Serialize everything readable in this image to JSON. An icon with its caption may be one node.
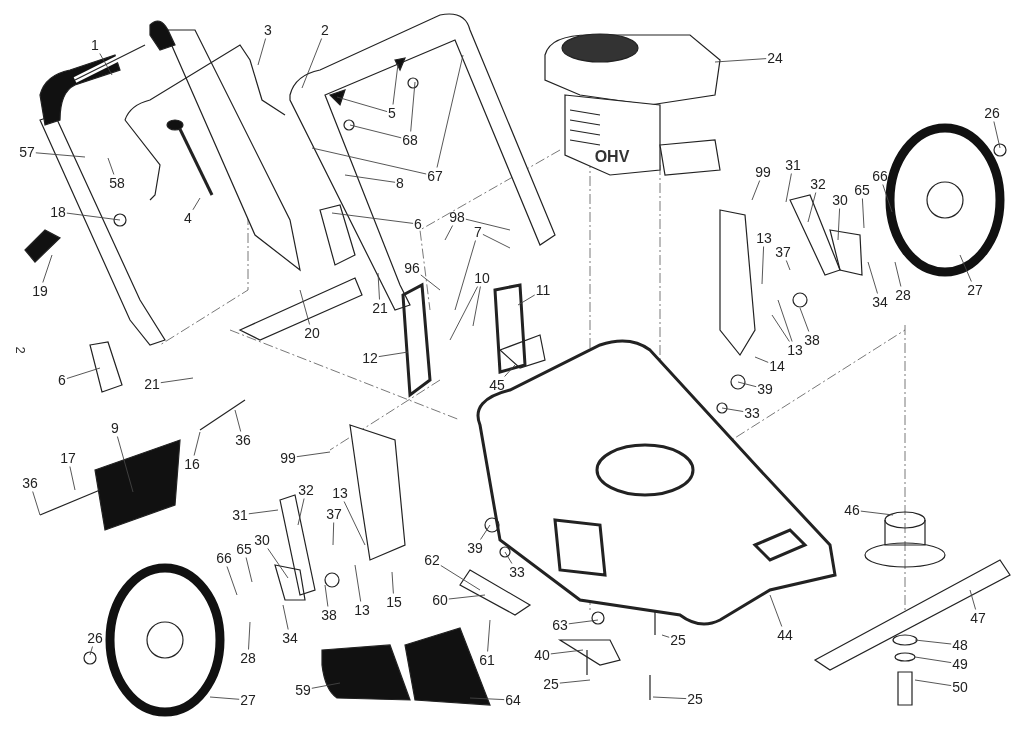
{
  "diagram": {
    "nodes": [
      {
        "text": [
          "1"
        ]
      },
      {
        "text": [
          "3"
        ]
      },
      {
        "text": [
          "2"
        ]
      },
      {
        "text": [
          "24"
        ]
      },
      {
        "text": [
          "5"
        ]
      },
      {
        "text": [
          "68"
        ]
      },
      {
        "text": [
          "57"
        ]
      },
      {
        "text": [
          "67"
        ]
      },
      {
        "text": [
          "99"
        ]
      },
      {
        "text": [
          "31"
        ]
      },
      {
        "text": [
          "66"
        ]
      },
      {
        "text": [
          "58"
        ]
      },
      {
        "text": [
          "8"
        ]
      },
      {
        "text": [
          "32"
        ]
      },
      {
        "text": [
          "65"
        ]
      },
      {
        "text": [
          "30"
        ]
      },
      {
        "text": [
          "18"
        ]
      },
      {
        "text": [
          "4"
        ]
      },
      {
        "text": [
          "98"
        ]
      },
      {
        "text": [
          "6"
        ]
      },
      {
        "text": [
          "7"
        ]
      },
      {
        "text": [
          "13"
        ]
      },
      {
        "text": [
          "37"
        ]
      },
      {
        "text": [
          "96"
        ]
      },
      {
        "text": [
          "10"
        ]
      },
      {
        "text": [
          "11"
        ]
      },
      {
        "text": [
          "27"
        ]
      },
      {
        "text": [
          "19"
        ]
      },
      {
        "text": [
          "34"
        ]
      },
      {
        "text": [
          "28"
        ]
      },
      {
        "text": [
          "21"
        ]
      },
      {
        "text": [
          "20"
        ]
      },
      {
        "text": [
          "38"
        ]
      },
      {
        "text": [
          "13"
        ]
      },
      {
        "text": [
          "12"
        ]
      },
      {
        "text": [
          "14"
        ]
      },
      {
        "text": [
          "6"
        ]
      },
      {
        "text": [
          "21"
        ]
      },
      {
        "text": [
          "45"
        ]
      },
      {
        "text": [
          "39"
        ]
      },
      {
        "text": [
          "33"
        ]
      },
      {
        "text": [
          "9"
        ]
      },
      {
        "text": [
          "36"
        ]
      },
      {
        "text": [
          "99"
        ]
      },
      {
        "text": [
          "16"
        ]
      },
      {
        "text": [
          "17"
        ]
      },
      {
        "text": [
          "36"
        ]
      },
      {
        "text": [
          "32"
        ]
      },
      {
        "text": [
          "13"
        ]
      },
      {
        "text": [
          "31"
        ]
      },
      {
        "text": [
          "46"
        ]
      },
      {
        "text": [
          "37"
        ]
      },
      {
        "text": [
          "30"
        ]
      },
      {
        "text": [
          "39"
        ]
      },
      {
        "text": [
          "65"
        ]
      },
      {
        "text": [
          "66"
        ]
      },
      {
        "text": [
          "62"
        ]
      },
      {
        "text": [
          "33"
        ]
      },
      {
        "text": [
          "60"
        ]
      },
      {
        "text": [
          "15"
        ]
      },
      {
        "text": [
          "13"
        ]
      },
      {
        "text": [
          "38"
        ]
      },
      {
        "text": [
          "47"
        ]
      },
      {
        "text": [
          "63"
        ]
      },
      {
        "text": [
          "44"
        ]
      },
      {
        "text": [
          "26"
        ]
      },
      {
        "text": [
          "34"
        ]
      },
      {
        "text": [
          "25"
        ]
      },
      {
        "text": [
          "48"
        ]
      },
      {
        "text": [
          "40"
        ]
      },
      {
        "text": [
          "28"
        ]
      },
      {
        "text": [
          "61"
        ]
      },
      {
        "text": [
          "49"
        ]
      },
      {
        "text": [
          "25"
        ]
      },
      {
        "text": [
          "50"
        ]
      },
      {
        "text": [
          "59"
        ]
      },
      {
        "text": [
          "27"
        ]
      },
      {
        "text": [
          "64"
        ]
      },
      {
        "text": [
          "25"
        ]
      },
      {
        "text": [
          "26"
        ]
      }
    ],
    "edges": [
      {
        "from": 0,
        "to": null,
        "arrow": "none"
      },
      {
        "from": 1,
        "to": null,
        "arrow": "none"
      },
      {
        "from": 2,
        "to": null,
        "arrow": "none"
      },
      {
        "from": 3,
        "to": null,
        "arrow": "none"
      },
      {
        "from": 4,
        "to": null,
        "arrow": "none"
      },
      {
        "from": 4,
        "to": null,
        "arrow": "none"
      },
      {
        "from": 5,
        "to": null,
        "arrow": "none"
      },
      {
        "from": 5,
        "to": null,
        "arrow": "none"
      },
      {
        "from": 6,
        "to": null,
        "arrow": "none"
      },
      {
        "from": 7,
        "to": null,
        "arrow": "none"
      },
      {
        "from": 7,
        "to": null,
        "arrow": "none"
      },
      {
        "from": 8,
        "to": null,
        "arrow": "none"
      },
      {
        "from": 9,
        "to": null,
        "arrow": "none"
      },
      {
        "from": 10,
        "to": null,
        "arrow": "none"
      },
      {
        "from": 11,
        "to": null,
        "arrow": "none"
      },
      {
        "from": 12,
        "to": null,
        "arrow": "none"
      },
      {
        "from": 13,
        "to": null,
        "arrow": "none"
      },
      {
        "from": 14,
        "to": null,
        "arrow": "none"
      },
      {
        "from": 15,
        "to": null,
        "arrow": "none"
      },
      {
        "from": 16,
        "to": null,
        "arrow": "none"
      },
      {
        "from": 17,
        "to": null,
        "arrow": "none"
      },
      {
        "from": 18,
        "to": null,
        "arrow": "none"
      },
      {
        "from": 18,
        "to": null,
        "arrow": "none"
      },
      {
        "from": 19,
        "to": null,
        "arrow": "none"
      },
      {
        "from": 20,
        "to": null,
        "arrow": "none"
      },
      {
        "from": 20,
        "to": null,
        "arrow": "none"
      },
      {
        "from": 21,
        "to": null,
        "arrow": "none"
      },
      {
        "from": 22,
        "to": null,
        "arrow": "none"
      },
      {
        "from": 23,
        "to": null,
        "arrow": "none"
      },
      {
        "from": 24,
        "to": null,
        "arrow": "none"
      },
      {
        "from": 24,
        "to": null,
        "arrow": "none"
      },
      {
        "from": 25,
        "to": null,
        "arrow": "none"
      },
      {
        "from": 26,
        "to": null,
        "arrow": "none"
      },
      {
        "from": 27,
        "to": null,
        "arrow": "none"
      },
      {
        "from": 28,
        "to": null,
        "arrow": "none"
      },
      {
        "from": 29,
        "to": null,
        "arrow": "none"
      },
      {
        "from": 30,
        "to": null,
        "arrow": "none"
      },
      {
        "from": 31,
        "to": null,
        "arrow": "none"
      },
      {
        "from": 32,
        "to": null,
        "arrow": "none"
      },
      {
        "from": 33,
        "to": null,
        "arrow": "none"
      },
      {
        "from": 33,
        "to": null,
        "arrow": "none"
      },
      {
        "from": 34,
        "to": null,
        "arrow": "none"
      },
      {
        "from": 35,
        "to": null,
        "arrow": "none"
      },
      {
        "from": 36,
        "to": null,
        "arrow": "none"
      },
      {
        "from": 37,
        "to": null,
        "arrow": "none"
      },
      {
        "from": 38,
        "to": null,
        "arrow": "none"
      },
      {
        "from": 39,
        "to": null,
        "arrow": "none"
      },
      {
        "from": 40,
        "to": null,
        "arrow": "none"
      },
      {
        "from": 41,
        "to": null,
        "arrow": "none"
      },
      {
        "from": 42,
        "to": null,
        "arrow": "none"
      },
      {
        "from": 43,
        "to": null,
        "arrow": "none"
      },
      {
        "from": 44,
        "to": null,
        "arrow": "none"
      },
      {
        "from": 45,
        "to": null,
        "arrow": "none"
      },
      {
        "from": 46,
        "to": null,
        "arrow": "none"
      },
      {
        "from": 47,
        "to": null,
        "arrow": "none"
      },
      {
        "from": 48,
        "to": null,
        "arrow": "none"
      },
      {
        "from": 49,
        "to": null,
        "arrow": "none"
      },
      {
        "from": 50,
        "to": null,
        "arrow": "none"
      },
      {
        "from": 51,
        "to": null,
        "arrow": "none"
      },
      {
        "from": 52,
        "to": null,
        "arrow": "none"
      },
      {
        "from": 53,
        "to": null,
        "arrow": "none"
      },
      {
        "from": 54,
        "to": null,
        "arrow": "none"
      },
      {
        "from": 55,
        "to": null,
        "arrow": "none"
      },
      {
        "from": 56,
        "to": null,
        "arrow": "none"
      },
      {
        "from": 57,
        "to": null,
        "arrow": "none"
      },
      {
        "from": 58,
        "to": null,
        "arrow": "none"
      },
      {
        "from": 59,
        "to": null,
        "arrow": "none"
      },
      {
        "from": 60,
        "to": null,
        "arrow": "none"
      },
      {
        "from": 61,
        "to": null,
        "arrow": "none"
      },
      {
        "from": 62,
        "to": null,
        "arrow": "none"
      },
      {
        "from": 63,
        "to": null,
        "arrow": "none"
      },
      {
        "from": 64,
        "to": null,
        "arrow": "none"
      },
      {
        "from": 65,
        "to": null,
        "arrow": "none"
      },
      {
        "from": 66,
        "to": null,
        "arrow": "none"
      },
      {
        "from": 67,
        "to": null,
        "arrow": "none"
      },
      {
        "from": 68,
        "to": null,
        "arrow": "none"
      },
      {
        "from": 69,
        "to": null,
        "arrow": "none"
      },
      {
        "from": 70,
        "to": null,
        "arrow": "none"
      },
      {
        "from": 71,
        "to": null,
        "arrow": "none"
      },
      {
        "from": 72,
        "to": null,
        "arrow": "none"
      },
      {
        "from": 73,
        "to": null,
        "arrow": "none"
      },
      {
        "from": 74,
        "to": null,
        "arrow": "none"
      },
      {
        "from": 75,
        "to": null,
        "arrow": "none"
      },
      {
        "from": 76,
        "to": null,
        "arrow": "none"
      },
      {
        "from": 77,
        "to": null,
        "arrow": "none"
      },
      {
        "from": 78,
        "to": null,
        "arrow": "none"
      },
      {
        "from": 79,
        "to": null,
        "arrow": "none"
      }
    ],
    "labels": [
      "OHV",
      "2"
    ]
  }
}
